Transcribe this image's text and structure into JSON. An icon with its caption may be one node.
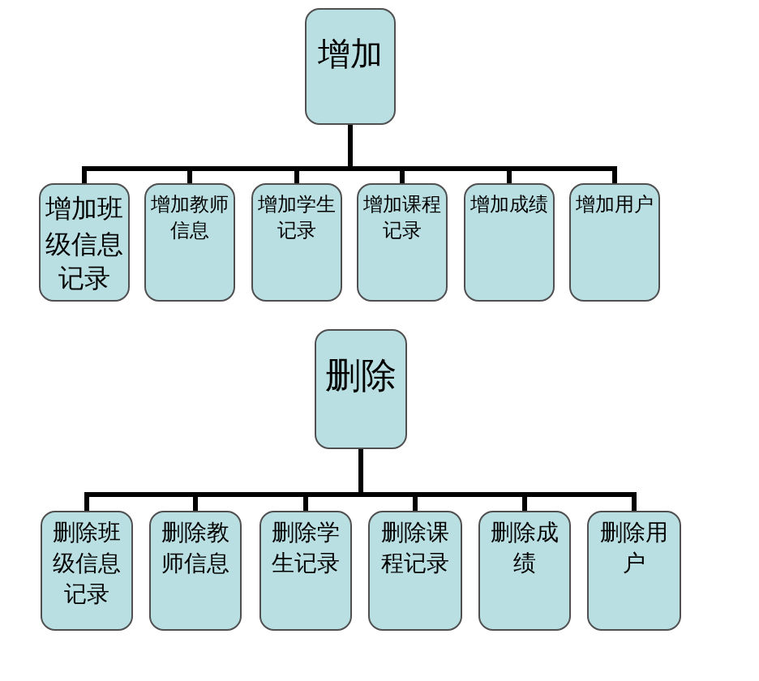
{
  "diagram": {
    "nodes": [
      {
        "text": [
          "增加"
        ]
      },
      {
        "text": [
          "增加班级信息记录"
        ]
      },
      {
        "text": [
          "增加教师信息"
        ]
      },
      {
        "text": [
          "增加学生记录"
        ]
      },
      {
        "text": [
          "增加课程记录"
        ]
      },
      {
        "text": [
          "增加成绩"
        ]
      },
      {
        "text": [
          "增加用户"
        ]
      },
      {
        "text": [
          "删除"
        ]
      },
      {
        "text": [
          "删除班级信息记录"
        ]
      },
      {
        "text": [
          "删除教师信息"
        ]
      },
      {
        "text": [
          "删除学生记录"
        ]
      },
      {
        "text": [
          "删除课程记录"
        ]
      },
      {
        "text": [
          "删除成绩"
        ]
      },
      {
        "text": [
          "删除用户"
        ]
      }
    ],
    "edges": [
      {
        "from": 0,
        "to": 1,
        "arrow": "none"
      },
      {
        "from": 0,
        "to": 2,
        "arrow": "none"
      },
      {
        "from": 0,
        "to": 3,
        "arrow": "none"
      },
      {
        "from": 0,
        "to": 4,
        "arrow": "none"
      },
      {
        "from": 0,
        "to": 5,
        "arrow": "none"
      },
      {
        "from": 0,
        "to": 6,
        "arrow": "none"
      },
      {
        "from": 7,
        "to": 8,
        "arrow": "none"
      },
      {
        "from": 7,
        "to": 9,
        "arrow": "none"
      },
      {
        "from": 7,
        "to": 10,
        "arrow": "none"
      },
      {
        "from": 7,
        "to": 11,
        "arrow": "none"
      },
      {
        "from": 7,
        "to": 12,
        "arrow": "none"
      },
      {
        "from": 7,
        "to": 13,
        "arrow": "none"
      }
    ]
  }
}
